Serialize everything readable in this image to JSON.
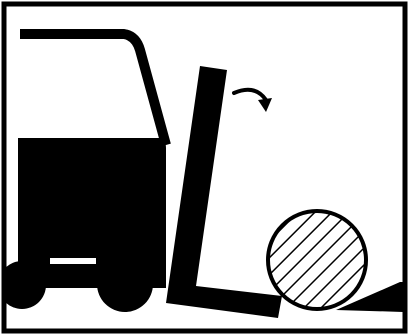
{
  "diagram": {
    "kind": "pictogram",
    "subject": "forklift-mast-tilt-warning",
    "colors": {
      "ink": "#000000",
      "paper": "#ffffff"
    },
    "elements": {
      "frame": "border",
      "cab": "forklift-cab",
      "mast": "forklift-mast",
      "forks": "forklift-forks",
      "wheels": [
        "front-wheel",
        "rear-wheel"
      ],
      "load": "round-load",
      "ground": "ground-wedge",
      "arrow": "tilt-arrow-icon"
    }
  }
}
